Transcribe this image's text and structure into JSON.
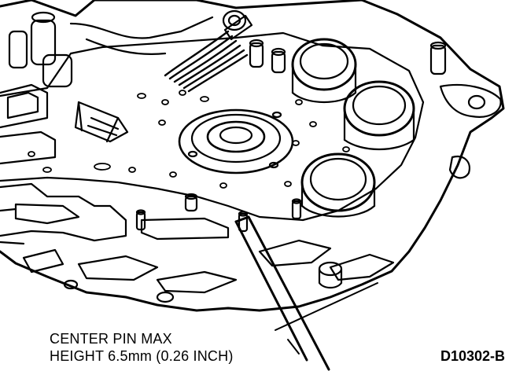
{
  "callout": {
    "line1": "CENTER PIN MAX",
    "line2": "HEIGHT 6.5mm (0.26 INCH)"
  },
  "figure_id": "D10302-B",
  "colors": {
    "ink": "#000000",
    "paper": "#ffffff"
  }
}
